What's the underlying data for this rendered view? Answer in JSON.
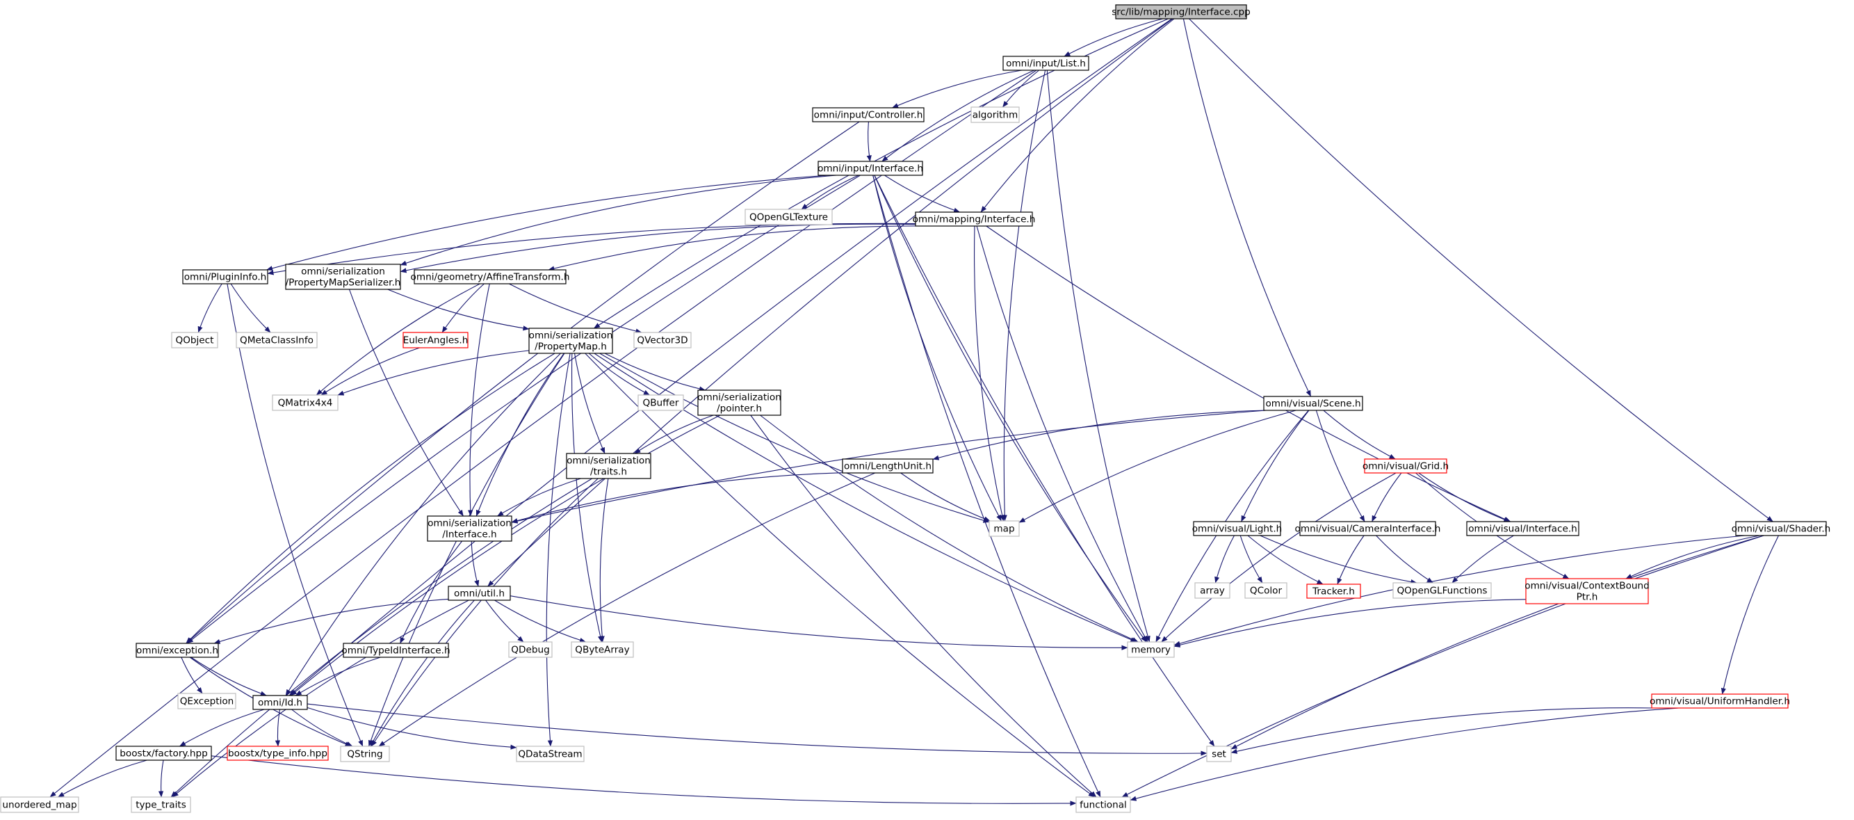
{
  "graph": {
    "colors": {
      "edge": "#191970",
      "node_border": "#000000",
      "external_border": "#bfbfbf",
      "missing_border": "#ff0000",
      "root_fill": "#bfbfbf",
      "node_fill": "#ffffff",
      "text": "#000000"
    },
    "nodes": [
      {
        "id": "root",
        "lines": [
          "src/lib/mapping/Interface.cpp"
        ],
        "kind": "root"
      },
      {
        "id": "inputList",
        "lines": [
          "omni/input/List.h"
        ],
        "kind": "doc"
      },
      {
        "id": "algorithm",
        "lines": [
          "algorithm"
        ],
        "kind": "ext"
      },
      {
        "id": "inputController",
        "lines": [
          "omni/input/Controller.h"
        ],
        "kind": "doc"
      },
      {
        "id": "inputInterface",
        "lines": [
          "omni/input/Interface.h"
        ],
        "kind": "doc"
      },
      {
        "id": "qoglTexture",
        "lines": [
          "QOpenGLTexture"
        ],
        "kind": "ext"
      },
      {
        "id": "mappingInterface",
        "lines": [
          "omni/mapping/Interface.h"
        ],
        "kind": "doc"
      },
      {
        "id": "pluginInfo",
        "lines": [
          "omni/PluginInfo.h"
        ],
        "kind": "doc"
      },
      {
        "id": "pmSerializer",
        "lines": [
          "omni/serialization",
          "/PropertyMapSerializer.h"
        ],
        "kind": "doc"
      },
      {
        "id": "affine",
        "lines": [
          "omni/geometry/AffineTransform.h"
        ],
        "kind": "doc"
      },
      {
        "id": "qobject",
        "lines": [
          "QObject"
        ],
        "kind": "ext"
      },
      {
        "id": "qmetaclass",
        "lines": [
          "QMetaClassInfo"
        ],
        "kind": "ext"
      },
      {
        "id": "euler",
        "lines": [
          "EulerAngles.h"
        ],
        "kind": "missing"
      },
      {
        "id": "qvector3d",
        "lines": [
          "QVector3D"
        ],
        "kind": "ext"
      },
      {
        "id": "propertyMap",
        "lines": [
          "omni/serialization",
          "/PropertyMap.h"
        ],
        "kind": "doc"
      },
      {
        "id": "qmatrix",
        "lines": [
          "QMatrix4x4"
        ],
        "kind": "ext"
      },
      {
        "id": "qbuffer",
        "lines": [
          "QBuffer"
        ],
        "kind": "ext"
      },
      {
        "id": "pointer",
        "lines": [
          "omni/serialization",
          "/pointer.h"
        ],
        "kind": "doc"
      },
      {
        "id": "traits",
        "lines": [
          "omni/serialization",
          "/traits.h"
        ],
        "kind": "doc"
      },
      {
        "id": "serInterface",
        "lines": [
          "omni/serialization",
          "/Interface.h"
        ],
        "kind": "doc"
      },
      {
        "id": "lengthUnit",
        "lines": [
          "omni/LengthUnit.h"
        ],
        "kind": "doc"
      },
      {
        "id": "map",
        "lines": [
          "map"
        ],
        "kind": "ext"
      },
      {
        "id": "scene",
        "lines": [
          "omni/visual/Scene.h"
        ],
        "kind": "doc"
      },
      {
        "id": "grid",
        "lines": [
          "omni/visual/Grid.h"
        ],
        "kind": "missing"
      },
      {
        "id": "light",
        "lines": [
          "omni/visual/Light.h"
        ],
        "kind": "doc"
      },
      {
        "id": "cameraInterface",
        "lines": [
          "omni/visual/CameraInterface.h"
        ],
        "kind": "doc"
      },
      {
        "id": "visualInterface",
        "lines": [
          "omni/visual/Interface.h"
        ],
        "kind": "doc"
      },
      {
        "id": "shader",
        "lines": [
          "omni/visual/Shader.h"
        ],
        "kind": "doc"
      },
      {
        "id": "array",
        "lines": [
          "array"
        ],
        "kind": "ext"
      },
      {
        "id": "qcolor",
        "lines": [
          "QColor"
        ],
        "kind": "ext"
      },
      {
        "id": "tracker",
        "lines": [
          "Tracker.h"
        ],
        "kind": "missing"
      },
      {
        "id": "qoglFunctions",
        "lines": [
          "QOpenGLFunctions"
        ],
        "kind": "ext"
      },
      {
        "id": "contextBound",
        "lines": [
          "omni/visual/ContextBound",
          "Ptr.h"
        ],
        "kind": "missing"
      },
      {
        "id": "util",
        "lines": [
          "omni/util.h"
        ],
        "kind": "doc"
      },
      {
        "id": "exception",
        "lines": [
          "omni/exception.h"
        ],
        "kind": "doc"
      },
      {
        "id": "typeIdInterface",
        "lines": [
          "omni/TypeIdInterface.h"
        ],
        "kind": "doc"
      },
      {
        "id": "qdebug",
        "lines": [
          "QDebug"
        ],
        "kind": "ext"
      },
      {
        "id": "qbytearray",
        "lines": [
          "QByteArray"
        ],
        "kind": "ext"
      },
      {
        "id": "memory",
        "lines": [
          "memory"
        ],
        "kind": "ext"
      },
      {
        "id": "qexception",
        "lines": [
          "QException"
        ],
        "kind": "ext"
      },
      {
        "id": "omniId",
        "lines": [
          "omni/Id.h"
        ],
        "kind": "doc"
      },
      {
        "id": "factory",
        "lines": [
          "boostx/factory.hpp"
        ],
        "kind": "doc"
      },
      {
        "id": "typeInfo",
        "lines": [
          "boostx/type_info.hpp"
        ],
        "kind": "missing"
      },
      {
        "id": "qstring",
        "lines": [
          "QString"
        ],
        "kind": "ext"
      },
      {
        "id": "qdatastream",
        "lines": [
          "QDataStream"
        ],
        "kind": "ext"
      },
      {
        "id": "set",
        "lines": [
          "set"
        ],
        "kind": "ext"
      },
      {
        "id": "uniformHandler",
        "lines": [
          "omni/visual/UniformHandler.h"
        ],
        "kind": "missing"
      },
      {
        "id": "unorderedMap",
        "lines": [
          "unordered_map"
        ],
        "kind": "ext"
      },
      {
        "id": "typeTraits",
        "lines": [
          "type_traits"
        ],
        "kind": "ext"
      },
      {
        "id": "functional",
        "lines": [
          "functional"
        ],
        "kind": "ext"
      }
    ],
    "edges": [
      [
        "root",
        "inputList"
      ],
      [
        "root",
        "mappingInterface"
      ],
      [
        "root",
        "propertyMap"
      ],
      [
        "root",
        "scene"
      ],
      [
        "root",
        "shader"
      ],
      [
        "root",
        "util"
      ],
      [
        "root",
        "omniId"
      ],
      [
        "inputList",
        "inputController"
      ],
      [
        "inputList",
        "algorithm"
      ],
      [
        "inputList",
        "inputInterface"
      ],
      [
        "inputList",
        "map"
      ],
      [
        "inputList",
        "memory"
      ],
      [
        "inputList",
        "unorderedMap"
      ],
      [
        "inputController",
        "inputInterface"
      ],
      [
        "inputController",
        "exception"
      ],
      [
        "inputInterface",
        "qoglTexture"
      ],
      [
        "inputInterface",
        "mappingInterface"
      ],
      [
        "inputInterface",
        "pluginInfo"
      ],
      [
        "inputInterface",
        "pmSerializer"
      ],
      [
        "inputInterface",
        "exception"
      ],
      [
        "inputInterface",
        "map"
      ],
      [
        "inputInterface",
        "memory"
      ],
      [
        "inputInterface",
        "set"
      ],
      [
        "inputInterface",
        "functional"
      ],
      [
        "mappingInterface",
        "pluginInfo"
      ],
      [
        "mappingInterface",
        "pmSerializer"
      ],
      [
        "mappingInterface",
        "affine"
      ],
      [
        "mappingInterface",
        "map"
      ],
      [
        "mappingInterface",
        "memory"
      ],
      [
        "mappingInterface",
        "visualInterface"
      ],
      [
        "pluginInfo",
        "qobject"
      ],
      [
        "pluginInfo",
        "qmetaclass"
      ],
      [
        "pluginInfo",
        "qstring"
      ],
      [
        "pmSerializer",
        "propertyMap"
      ],
      [
        "pmSerializer",
        "serInterface"
      ],
      [
        "affine",
        "euler"
      ],
      [
        "affine",
        "qvector3d"
      ],
      [
        "affine",
        "qmatrix"
      ],
      [
        "affine",
        "serInterface"
      ],
      [
        "euler",
        "qmatrix"
      ],
      [
        "propertyMap",
        "qmatrix"
      ],
      [
        "propertyMap",
        "qbuffer"
      ],
      [
        "propertyMap",
        "pointer"
      ],
      [
        "propertyMap",
        "traits"
      ],
      [
        "propertyMap",
        "serInterface"
      ],
      [
        "propertyMap",
        "exception"
      ],
      [
        "propertyMap",
        "omniId"
      ],
      [
        "propertyMap",
        "qstring"
      ],
      [
        "propertyMap",
        "qbytearray"
      ],
      [
        "propertyMap",
        "qdatastream"
      ],
      [
        "propertyMap",
        "map"
      ],
      [
        "propertyMap",
        "memory"
      ],
      [
        "propertyMap",
        "functional"
      ],
      [
        "pointer",
        "traits"
      ],
      [
        "pointer",
        "omniId"
      ],
      [
        "pointer",
        "memory"
      ],
      [
        "pointer",
        "functional"
      ],
      [
        "traits",
        "serInterface"
      ],
      [
        "traits",
        "qbytearray"
      ],
      [
        "traits",
        "qstring"
      ],
      [
        "traits",
        "typeTraits"
      ],
      [
        "serInterface",
        "util"
      ],
      [
        "serInterface",
        "typeIdInterface"
      ],
      [
        "lengthUnit",
        "serInterface"
      ],
      [
        "lengthUnit",
        "map"
      ],
      [
        "lengthUnit",
        "qstring"
      ],
      [
        "scene",
        "serInterface"
      ],
      [
        "scene",
        "lengthUnit"
      ],
      [
        "scene",
        "map"
      ],
      [
        "scene",
        "grid"
      ],
      [
        "scene",
        "light"
      ],
      [
        "scene",
        "cameraInterface"
      ],
      [
        "scene",
        "memory"
      ],
      [
        "grid",
        "cameraInterface"
      ],
      [
        "grid",
        "visualInterface"
      ],
      [
        "grid",
        "contextBound"
      ],
      [
        "grid",
        "memory"
      ],
      [
        "light",
        "array"
      ],
      [
        "light",
        "qcolor"
      ],
      [
        "light",
        "tracker"
      ],
      [
        "light",
        "qoglFunctions"
      ],
      [
        "cameraInterface",
        "tracker"
      ],
      [
        "cameraInterface",
        "qoglFunctions"
      ],
      [
        "visualInterface",
        "qoglFunctions"
      ],
      [
        "shader",
        "contextBound"
      ],
      [
        "shader",
        "memory"
      ],
      [
        "shader",
        "uniformHandler"
      ],
      [
        "shader",
        "set"
      ],
      [
        "shader",
        "functional"
      ],
      [
        "contextBound",
        "memory"
      ],
      [
        "util",
        "exception"
      ],
      [
        "util",
        "qdebug"
      ],
      [
        "util",
        "qbytearray"
      ],
      [
        "util",
        "memory"
      ],
      [
        "util",
        "qstring"
      ],
      [
        "util",
        "typeTraits"
      ],
      [
        "exception",
        "qexception"
      ],
      [
        "exception",
        "omniId"
      ],
      [
        "exception",
        "qstring"
      ],
      [
        "typeIdInterface",
        "omniId"
      ],
      [
        "omniId",
        "factory"
      ],
      [
        "omniId",
        "typeInfo"
      ],
      [
        "omniId",
        "qstring"
      ],
      [
        "omniId",
        "qdatastream"
      ],
      [
        "omniId",
        "set"
      ],
      [
        "factory",
        "unorderedMap"
      ],
      [
        "factory",
        "typeTraits"
      ],
      [
        "factory",
        "functional"
      ],
      [
        "uniformHandler",
        "set"
      ],
      [
        "uniformHandler",
        "functional"
      ]
    ]
  }
}
